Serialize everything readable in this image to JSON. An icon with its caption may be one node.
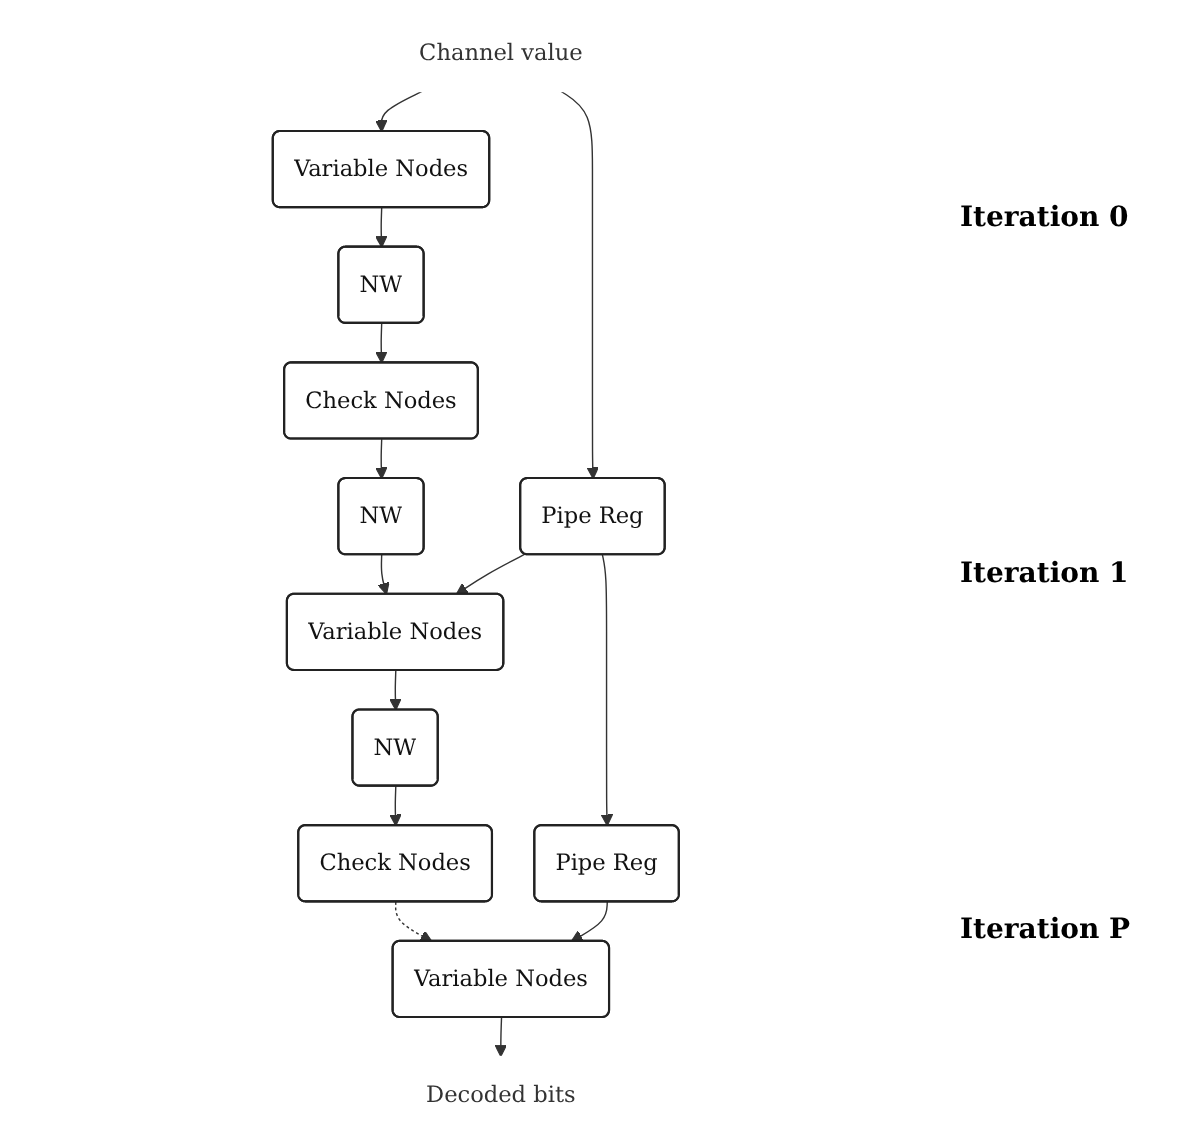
{
  "diagram": {
    "nodes": [
      {
        "text": [
          "Channel value"
        ]
      },
      {
        "text": [
          "Variable Nodes"
        ]
      },
      {
        "text": [
          "NW"
        ]
      },
      {
        "text": [
          "Check Nodes"
        ]
      },
      {
        "text": [
          "Pipe Reg"
        ]
      },
      {
        "text": [
          "NW"
        ]
      },
      {
        "text": [
          "Variable Nodes"
        ]
      },
      {
        "text": [
          "NW"
        ]
      },
      {
        "text": [
          "Check Nodes"
        ]
      },
      {
        "text": [
          "Pipe Reg"
        ]
      },
      {
        "text": [
          "Variable Nodes"
        ]
      },
      {
        "text": [
          "Decoded bits"
        ]
      }
    ],
    "edges": [
      {
        "from": 0,
        "to": 1,
        "arrow": "to"
      },
      {
        "from": 0,
        "to": 4,
        "arrow": "to"
      },
      {
        "from": 1,
        "to": 2,
        "arrow": "to"
      },
      {
        "from": 2,
        "to": 3,
        "arrow": "to"
      },
      {
        "from": 3,
        "to": 5,
        "arrow": "to"
      },
      {
        "from": 5,
        "to": 6,
        "arrow": "to"
      },
      {
        "from": 4,
        "to": 6,
        "arrow": "to"
      },
      {
        "from": 4,
        "to": 9,
        "arrow": "to"
      },
      {
        "from": 6,
        "to": 7,
        "arrow": "to"
      },
      {
        "from": 7,
        "to": 8,
        "arrow": "to"
      },
      {
        "from": 8,
        "to": 10,
        "arrow": "to",
        "style": "dashed"
      },
      {
        "from": 9,
        "to": 10,
        "arrow": "to"
      },
      {
        "from": 10,
        "to": 11,
        "arrow": "to"
      }
    ],
    "labels": [
      "Iteration 0",
      "Iteration 1",
      "Iteration P"
    ]
  }
}
